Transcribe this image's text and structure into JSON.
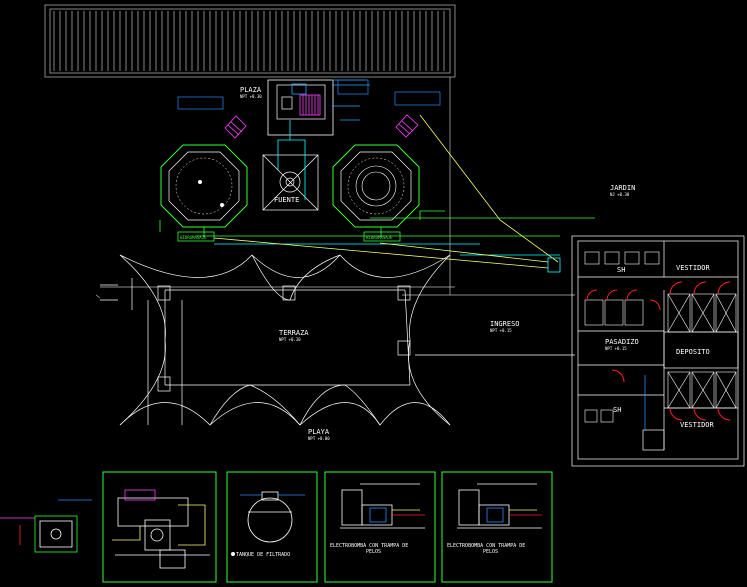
{
  "labels": {
    "plaza": "PLAZA",
    "plaza_sub": "NPT +0.30",
    "fuente": "FUENTE",
    "jardin": "JARDIN",
    "jardin_sub": "NJ +0.30",
    "terraza": "TERRAZA",
    "terraza_sub": "NPT +0.30",
    "playa": "PLAYA",
    "playa_sub": "NPT +0.00",
    "ingreso": "INGRESO",
    "ingreso_sub": "NPT +0.15",
    "sh_top": "SH",
    "vestidor_top": "VESTIDOR",
    "deposito": "DEPOSITO",
    "pasadizo": "PASADIZO",
    "pasadizo_sub": "NPT +0.15",
    "sh_bottom": "SH",
    "vestidor_bottom": "VESTIDOR",
    "hidromasaje_left": "HIDROMASAJE",
    "hidromasaje_right": "HIDROMASAJE"
  },
  "details": {
    "tanque": "TANQUE DE FILTRADO",
    "electro1_a": "ELECTROBOMBA CON TRAMPA DE",
    "electro1_b": "PELOS",
    "electro2_a": "ELECTROBOMBA CON TRAMPA DE",
    "electro2_b": "PELOS"
  },
  "colors": {
    "background": "#000000",
    "line_white": "#ffffff",
    "line_green": "#33ff33",
    "line_cyan": "#00ffff",
    "line_yellow": "#ffff66",
    "line_magenta": "#ff40ff",
    "line_red": "#ff2020",
    "line_blue": "#2a8cff"
  }
}
